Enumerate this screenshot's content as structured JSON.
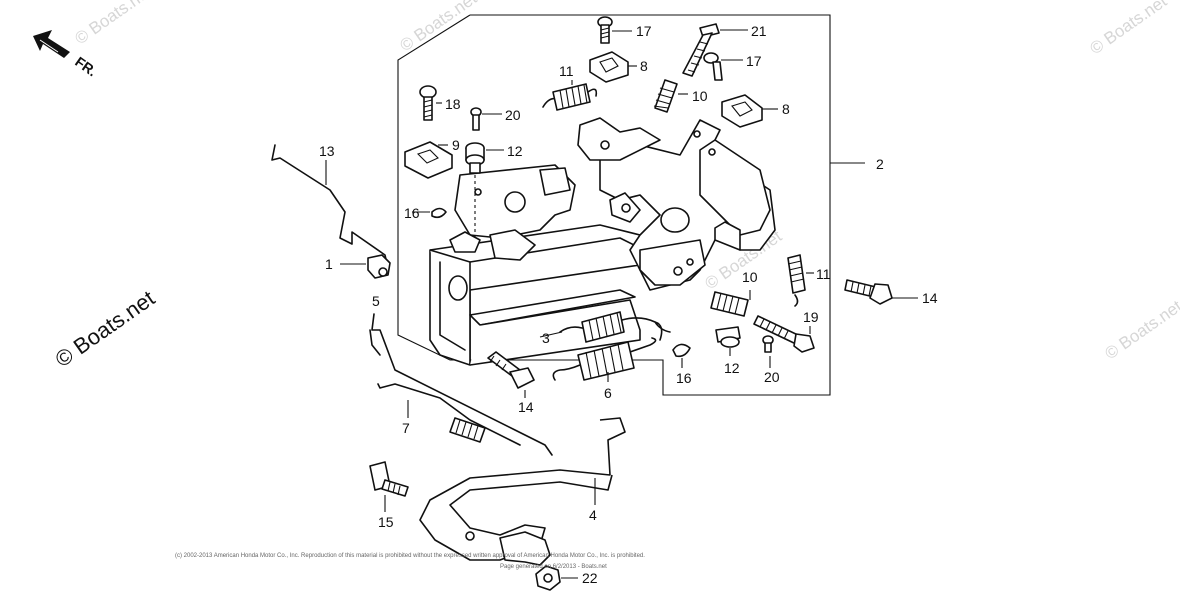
{
  "watermark": {
    "main": "© Boats.net",
    "faint": "© Boats.net"
  },
  "direction_marker": {
    "label": "FR.",
    "icon": "front-direction-arrow-icon"
  },
  "copyright_text": {
    "line1": "(c) 2002-2013 American Honda Motor Co., Inc. Reproduction of this material is prohibited without the expressed written approval of American Honda Motor Co., Inc. is prohibited.",
    "line2": "Page generated on 6/2/2013 - Boats.net"
  },
  "callouts": {
    "c1": "1",
    "c2": "2",
    "c3": "3",
    "c4": "4",
    "c5": "5",
    "c6": "6",
    "c7": "7",
    "c8a": "8",
    "c8b": "8",
    "c9": "9",
    "c10a": "10",
    "c10b": "10",
    "c11a": "11",
    "c11b": "11",
    "c12a": "12",
    "c12b": "12",
    "c13": "13",
    "c14a": "14",
    "c14b": "14",
    "c15": "15",
    "c16a": "16",
    "c16b": "16",
    "c17a": "17",
    "c17b": "17",
    "c18": "18",
    "c19": "19",
    "c20a": "20",
    "c20b": "20",
    "c21": "21",
    "c22": "22"
  }
}
